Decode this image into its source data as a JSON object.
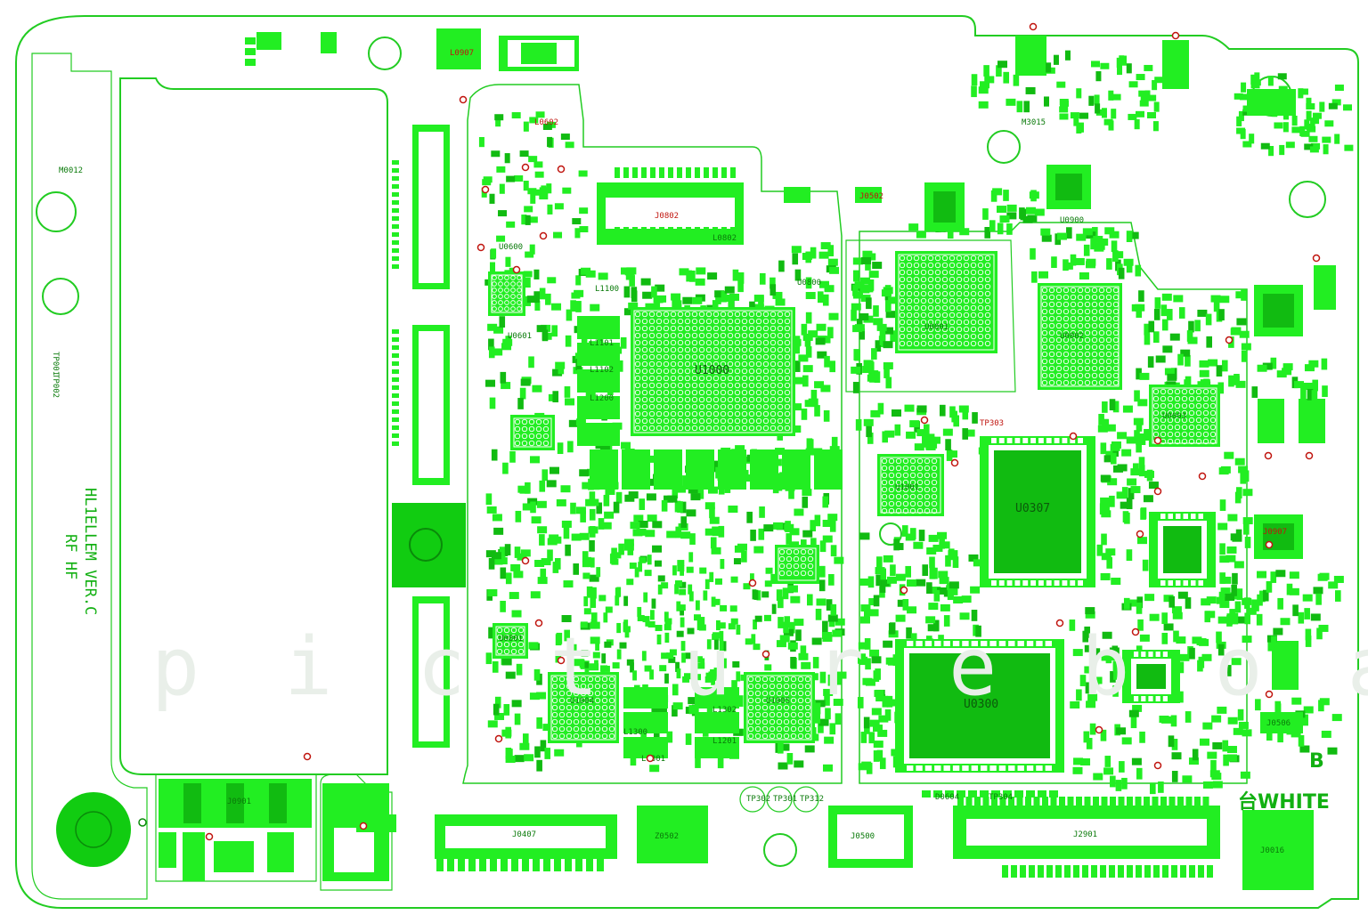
{
  "board": {
    "model_lines": [
      "HL1ELLEM VER.C",
      "RF HF"
    ],
    "side_letter": "B",
    "color_mark": "台WHITE",
    "colors": {
      "outline": "#22cc22",
      "pad": "#22ee22",
      "pad_dark": "#11bb11",
      "text_red": "#c0150f",
      "background": "#ffffff"
    }
  },
  "chips": [
    {
      "id": "u1000",
      "label": "U1000",
      "kind": "bga-large"
    },
    {
      "id": "u1001",
      "label": "U1001",
      "kind": "bga"
    },
    {
      "id": "u0307",
      "label": "U0307",
      "kind": "qfn"
    },
    {
      "id": "u0300",
      "label": "U0300",
      "kind": "qfn-large"
    },
    {
      "id": "u0001",
      "label": "U0001",
      "kind": "bga"
    },
    {
      "id": "u0002",
      "label": "U0002",
      "kind": "bga"
    },
    {
      "id": "u0003",
      "label": "U0003",
      "kind": "bga"
    },
    {
      "id": "u1004",
      "label": "U1004",
      "kind": "bga"
    },
    {
      "id": "u1005",
      "label": "U1005",
      "kind": "bga"
    }
  ],
  "connectors": [
    {
      "id": "j0407",
      "label": "J0407"
    },
    {
      "id": "z0502",
      "label": "Z0502"
    },
    {
      "id": "j0500",
      "label": "J0500"
    },
    {
      "id": "j2901",
      "label": "J2901"
    },
    {
      "id": "j0016",
      "label": "J0016"
    },
    {
      "id": "j0901",
      "label": "J0901"
    },
    {
      "id": "j0907",
      "label": "J0907"
    },
    {
      "id": "j0506",
      "label": "J0506"
    },
    {
      "id": "j0502",
      "label": "J0502"
    },
    {
      "id": "j0802",
      "label": "J0802"
    },
    {
      "id": "l0907",
      "label": "L0907"
    },
    {
      "id": "l0602",
      "label": "L0602"
    }
  ],
  "parts": [
    {
      "label": "L1100"
    },
    {
      "label": "L1101"
    },
    {
      "label": "L1102"
    },
    {
      "label": "L1200"
    },
    {
      "label": "L1300"
    },
    {
      "label": "L1301"
    },
    {
      "label": "L1302"
    },
    {
      "label": "L1201"
    },
    {
      "label": "U0800"
    },
    {
      "label": "U0801"
    },
    {
      "label": "M0012"
    },
    {
      "label": "M3015"
    },
    {
      "label": "TP303"
    },
    {
      "label": "TP302"
    },
    {
      "label": "TP301"
    },
    {
      "label": "TP312"
    },
    {
      "label": "TP304"
    },
    {
      "label": "TP001"
    },
    {
      "label": "TP002"
    },
    {
      "label": "L0802"
    },
    {
      "label": "D0604"
    },
    {
      "label": "U0900"
    },
    {
      "label": "U0600"
    },
    {
      "label": "U0601"
    }
  ],
  "watermark": "pictureboard"
}
